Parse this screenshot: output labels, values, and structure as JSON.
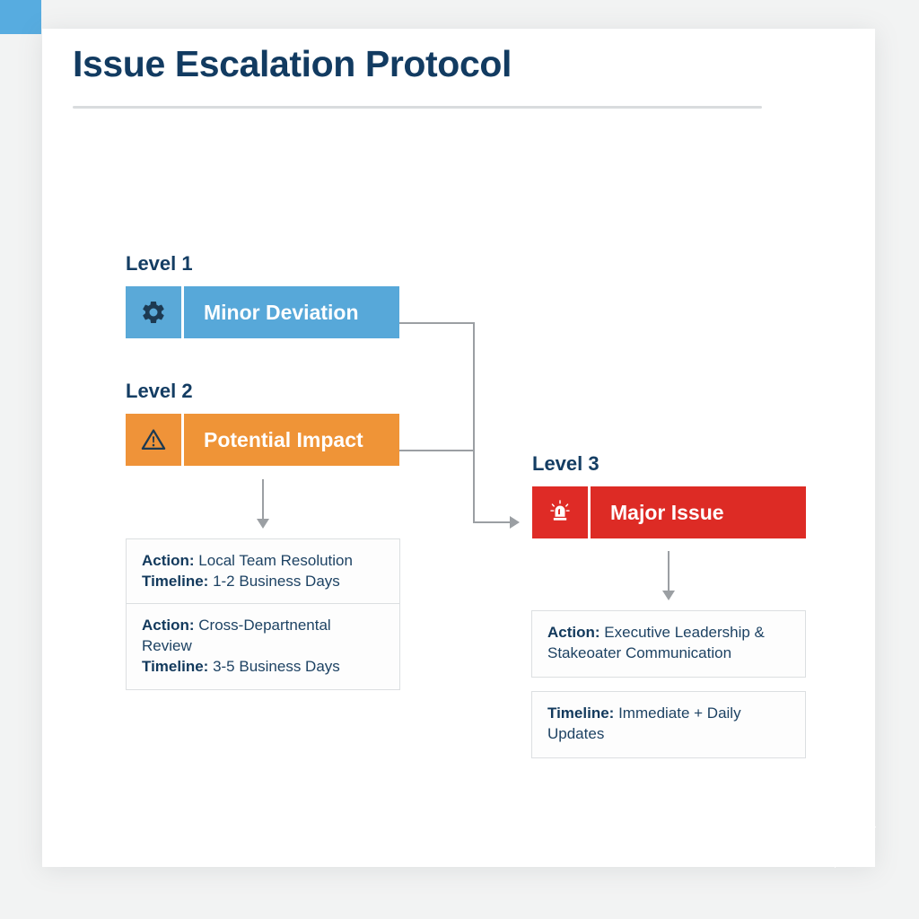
{
  "header": {
    "title": "Issue Escalation Protocol"
  },
  "colors": {
    "title": "#123b61",
    "level1": "#57a8d9",
    "level2": "#ef9437",
    "level3": "#dd2b25",
    "connector": "#9b9fa3",
    "accent_square": "#57ace0"
  },
  "levels": [
    {
      "label": "Level 1",
      "title": "Minor Deviation",
      "icon": "gear-icon",
      "color": "#57a8d9",
      "details": [
        {
          "action_label": "Action:",
          "action": "Local Team Resolution",
          "timeline_label": "Timeline:",
          "timeline": "1-2 Business Days"
        }
      ]
    },
    {
      "label": "Level 2",
      "title": "Potential Impact",
      "icon": "warning-triangle-icon",
      "color": "#ef9437",
      "details": [
        {
          "action_label": "Action:",
          "action": "Cross-Departnental Review",
          "timeline_label": "Timeline:",
          "timeline": "3-5 Business Days"
        }
      ]
    },
    {
      "label": "Level 3",
      "title": "Major Issue",
      "icon": "siren-icon",
      "color": "#dd2b25",
      "details": [
        {
          "action_label": "Action:",
          "action": "Executive Leadership & Stakeoater Communication"
        },
        {
          "timeline_label": "Timeline:",
          "timeline": "Immediate + Daily Updates"
        }
      ]
    }
  ]
}
